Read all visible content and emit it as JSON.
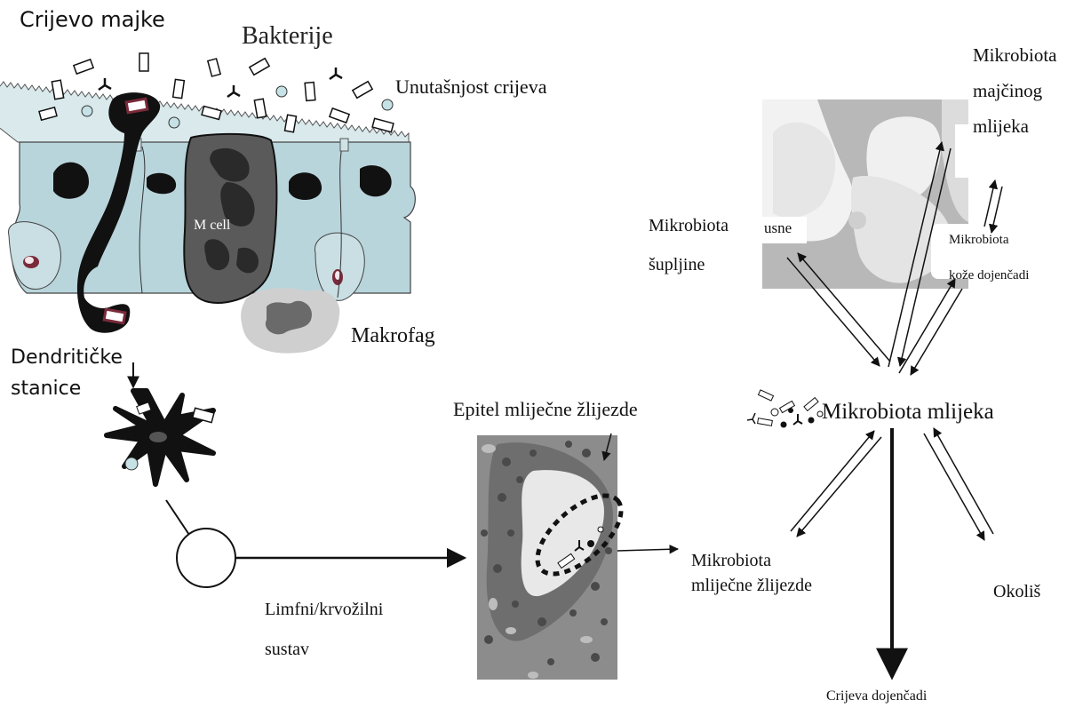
{
  "labels": {
    "maternal_gut": "Crijevo majke",
    "bacteria": "Bakterije",
    "gut_lumen": "Unutašnjost crijeva",
    "m_cell": "M cell",
    "macrophage": "Makrofag",
    "dendritic_1": "Dendritičke",
    "dendritic_2": "stanice",
    "lymph_1": "Limfni/krvožilni",
    "lymph_2": "sustav",
    "mammary_epithelium": "Epitel mliječne žlijezde",
    "mammary_microbiota_1": "Mikrobiota",
    "mammary_microbiota_2": "mliječne žlijezde",
    "milk_microbiota": "Mikrobiota mlijeka",
    "oral_1": "Mikrobiota",
    "oral_usne": "usne",
    "oral_2": "šupljine",
    "maternal_milk_1": "Mikrobiota",
    "maternal_milk_2": "majčinog",
    "maternal_milk_3": "mlijeka",
    "infant_skin_1": "Mikrobiota",
    "infant_skin_2": "kože dojenčadi",
    "environment": "Okoliš",
    "infant_gut": "Crijeva dojenčadi"
  },
  "colors": {
    "epithelium": "#b9d5dc",
    "cell_dark": "#1a1a1a",
    "m_cell": "#5a5a5a",
    "bacteria_dot": "#c6e2e6",
    "bacteria_red": "#6b1e2e",
    "macrophage": "#cfcfcf",
    "photo_bg": "#b8b8b8",
    "histology_bg": "#9a9a9a"
  }
}
